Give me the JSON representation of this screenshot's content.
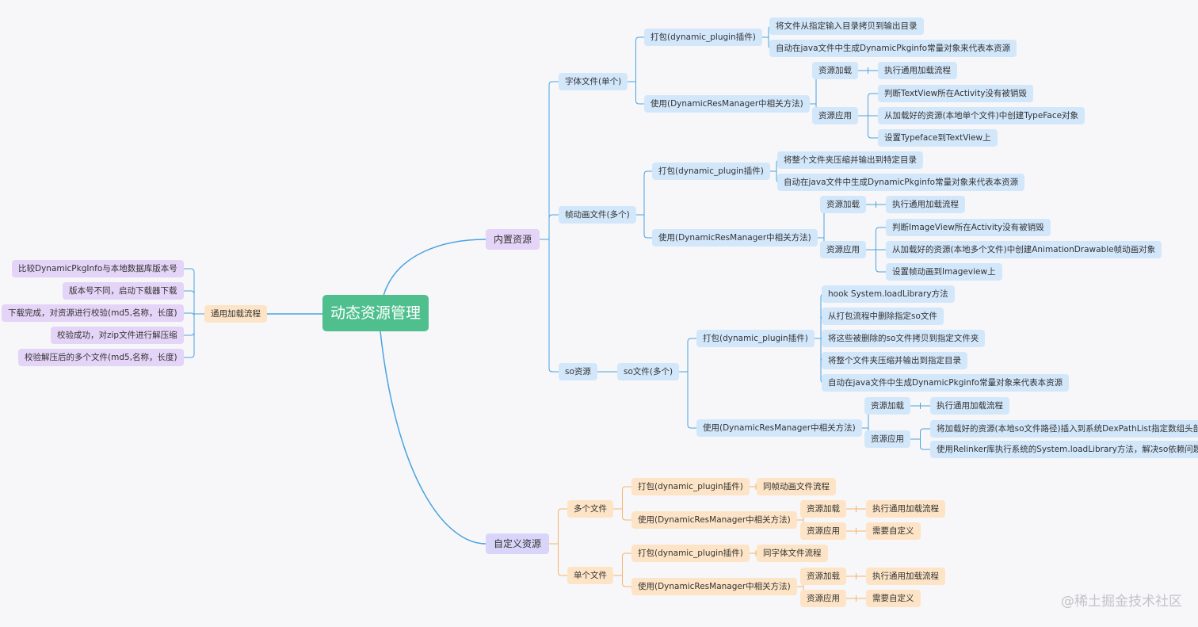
{
  "root": "动态资源管理",
  "builtin": {
    "label": "内置资源",
    "font": {
      "label": "字体文件(单个)",
      "pack": {
        "label": "打包(dynamic_plugin插件)",
        "items": [
          "将文件从指定输入目录拷贝到输出目录",
          "自动在java文件中生成DynamicPkginfo常量对象来代表本资源"
        ]
      },
      "use": {
        "label": "使用(DynamicResManager中相关方法)",
        "load": {
          "label": "资源加载",
          "items": [
            "执行通用加载流程"
          ]
        },
        "apply": {
          "label": "资源应用",
          "items": [
            "判断TextView所在Activity没有被销毁",
            "从加载好的资源(本地单个文件)中创建TypeFace对象",
            "设置Typeface到TextView上"
          ]
        }
      }
    },
    "frame": {
      "label": "帧动画文件(多个)",
      "pack": {
        "label": "打包(dynamic_plugin插件)",
        "items": [
          "将整个文件夹压缩并输出到特定目录",
          "自动在java文件中生成DynamicPkginfo常量对象来代表本资源"
        ]
      },
      "use": {
        "label": "使用(DynamicResManager中相关方法)",
        "load": {
          "label": "资源加载",
          "items": [
            "执行通用加载流程"
          ]
        },
        "apply": {
          "label": "资源应用",
          "items": [
            "判断ImageView所在Activity没有被销毁",
            "从加载好的资源(本地多个文件)中创建AnimationDrawable帧动画对象",
            "设置帧动画到Imageview上"
          ]
        }
      }
    },
    "so": {
      "label": "so资源",
      "sub": {
        "label": "so文件(多个)",
        "pack": {
          "label": "打包(dynamic_plugin插件)",
          "items": [
            "hook System.loadLibrary方法",
            "从打包流程中删除指定so文件",
            "将这些被删除的so文件拷贝到指定文件夹",
            "将整个文件夹压缩并输出到指定目录",
            "自动在java文件中生成DynamicPkginfo常量对象来代表本资源"
          ]
        },
        "use": {
          "label": "使用(DynamicResManager中相关方法)",
          "load": {
            "label": "资源加载",
            "items": [
              "执行通用加载流程"
            ]
          },
          "apply": {
            "label": "资源应用",
            "items": [
              "将加载好的资源(本地so文件路径)插入到系统DexPathList指定数组头部",
              "使用Relinker库执行系统的System.loadLibrary方法，解决so依赖问题"
            ]
          }
        }
      }
    }
  },
  "custom": {
    "label": "自定义资源",
    "multi": {
      "label": "多个文件",
      "pack": {
        "label": "打包(dynamic_plugin插件)",
        "items": [
          "同帧动画文件流程"
        ]
      },
      "use": {
        "label": "使用(DynamicResManager中相关方法)",
        "load": {
          "label": "资源加载",
          "items": [
            "执行通用加载流程"
          ]
        },
        "apply": {
          "label": "资源应用",
          "items": [
            "需要自定义"
          ]
        }
      }
    },
    "single": {
      "label": "单个文件",
      "pack": {
        "label": "打包(dynamic_plugin插件)",
        "items": [
          "同字体文件流程"
        ]
      },
      "use": {
        "label": "使用(DynamicResManager中相关方法)",
        "load": {
          "label": "资源加载",
          "items": [
            "执行通用加载流程"
          ]
        },
        "apply": {
          "label": "资源应用",
          "items": [
            "需要自定义"
          ]
        }
      }
    }
  },
  "general": {
    "label": "通用加载流程",
    "items": [
      "比较DynamicPkgInfo与本地数据库版本号",
      "版本号不同，启动下载器下载",
      "下载完成，对资源进行校验(md5,名称，长度)",
      "校验成功，对zip文件进行解压缩",
      "校验解压后的多个文件(md5,名称，长度)"
    ]
  },
  "watermark": "@稀土掘金技术社区",
  "colors": {
    "root": "#4fc08d",
    "blue": "#d3e7fb",
    "purple": "#e4d4f7",
    "orange": "#fde4c6",
    "lavender": "#d9d5fa",
    "line_blue": "#4aa3e0",
    "line_orange": "#f2b56b"
  }
}
